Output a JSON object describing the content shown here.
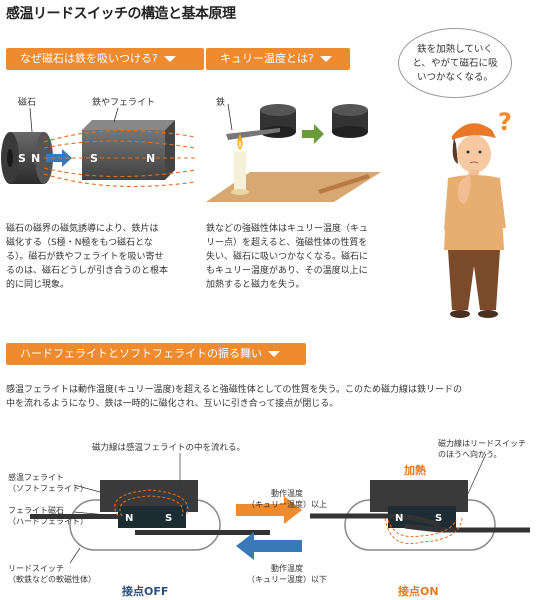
{
  "title": "感温リードスイッチの構造と基本原理",
  "section1": {
    "heading": "なぜ磁石は鉄を吸いつける?",
    "label_magnet": "磁石",
    "label_iron": "鉄やフェライト",
    "magnet_s": "S",
    "magnet_n": "N",
    "iron_s": "S",
    "iron_n": "N",
    "text": [
      "磁石の磁界の磁気誘導により、鉄片は",
      "磁化する（S極・N極をもつ磁石とな",
      "る）。磁石が鉄やフェライトを吸い寄せ",
      "るのは、磁石どうしが引き合うのと根本",
      "的に同じ現象。"
    ]
  },
  "section2": {
    "heading": "キュリー温度とは?",
    "label_iron": "鉄",
    "text": [
      "鉄などの強磁性体はキュリー温度（キュ",
      "リー点）を超えると、強磁性体の性質を",
      "失い、磁石に吸いつかなくなる。磁石に",
      "もキュリー温度があり、その温度以上に",
      "加熱すると磁力を失う。"
    ]
  },
  "bubble": [
    "鉄を加熱していく",
    "と、やがて磁石に吸",
    "いつかなくなる。"
  ],
  "section3": {
    "heading": "ハードフェライトとソフトフェライトの振る舞い",
    "text": [
      "感温フェライトは動作温度(キュリー温度)を超えると強磁性体としての性質を失う。このため磁力線は鉄リードの",
      "中を流れるようになり、鉄は一時的に磁化され、互いに引き合って接点が閉じる。"
    ]
  },
  "diagram": {
    "flux_label": "磁力線は感温フェライトの中を流れる。",
    "soft_ferrite": [
      "感温フェライト",
      "（ソフトフェライト）"
    ],
    "hard_ferrite": [
      "フェライト磁石",
      "（ハードフェライト）"
    ],
    "reed_switch": [
      "リードスイッチ",
      "（軟鉄などの軟磁性体）"
    ],
    "left_n": "N",
    "left_s": "S",
    "right_n": "N",
    "right_s": "S",
    "arrow_up": [
      "動作温度",
      "（キュリー温度）以上"
    ],
    "arrow_down": [
      "動作温度",
      "（キュリー温度）以下"
    ],
    "flux_right": [
      "磁力線はリードスイッチ",
      "のほうへ向かう。"
    ],
    "heat": "加熱",
    "contact_off": "接点OFF",
    "contact_on": "接点ON"
  },
  "colors": {
    "accent": "#ef8a2e",
    "contact_off": "#2a4f80",
    "contact_on": "#e6781e"
  }
}
